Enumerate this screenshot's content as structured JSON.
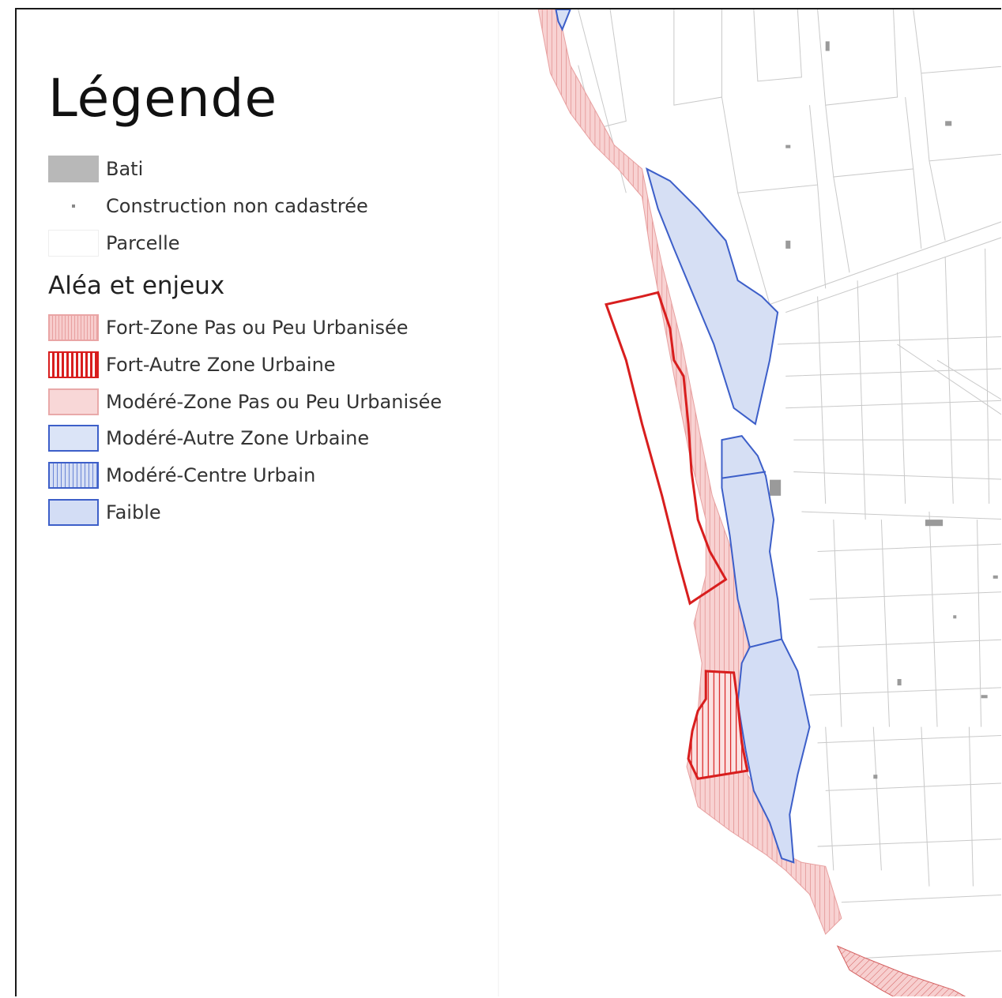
{
  "legend": {
    "title": "Légende",
    "base_items": [
      {
        "label": "Bati"
      },
      {
        "label": "Construction non cadastrée"
      },
      {
        "label": "Parcelle"
      }
    ],
    "section_title": "Aléa et enjeux",
    "hazard_items": [
      {
        "label": "Fort-Zone Pas ou Peu Urbanisée"
      },
      {
        "label": "Fort-Autre Zone Urbaine"
      },
      {
        "label": "Modéré-Zone Pas ou Peu Urbanisée"
      },
      {
        "label": "Modéré-Autre Zone Urbaine"
      },
      {
        "label": "Modéré-Centre Urbain"
      },
      {
        "label": "Faible"
      }
    ]
  },
  "colors": {
    "fort_outline": "#d81e1e",
    "modere_peu_fill": "#f8d7d7",
    "modere_autre_fill": "#dbe4f7",
    "blue_outline": "#3d5fc9",
    "bati": "#b8b8b8",
    "parcel_line": "#c9c9c9"
  }
}
